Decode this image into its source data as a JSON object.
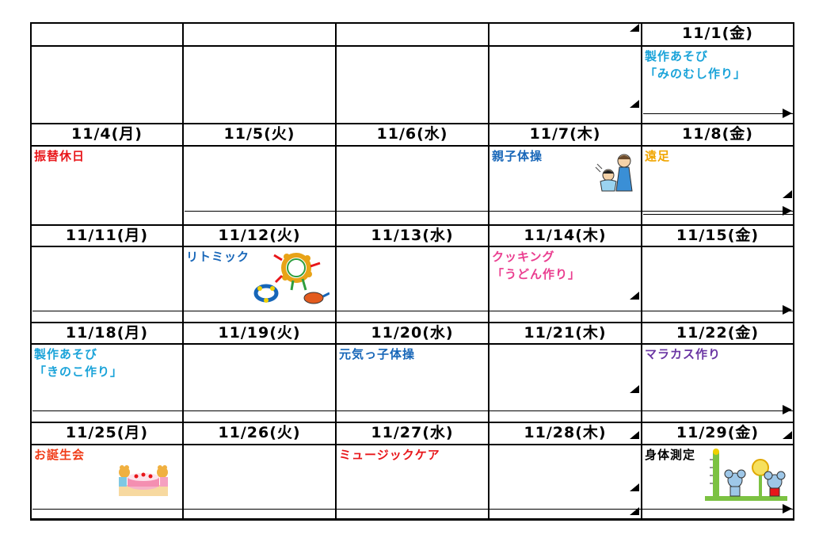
{
  "colors": {
    "blue": "#1aa3d9",
    "red": "#e8161a",
    "dark_blue": "#1766b8",
    "orange": "#f0a500",
    "pink": "#ea3d8f",
    "purple": "#6a35a3",
    "red_orange": "#f03b17"
  },
  "weeks": [
    {
      "days": [
        {
          "date": "",
          "event": []
        },
        {
          "date": "",
          "event": []
        },
        {
          "date": "",
          "event": []
        },
        {
          "date": "",
          "event": []
        },
        {
          "date": "11/1(金)",
          "event": [
            "製作あそび",
            "「みのむし作り」"
          ],
          "color": "blue"
        }
      ]
    },
    {
      "days": [
        {
          "date": "11/4(月)",
          "event": [
            "振替休日"
          ],
          "color": "red"
        },
        {
          "date": "11/5(火)",
          "event": []
        },
        {
          "date": "11/6(水)",
          "event": []
        },
        {
          "date": "11/7(木)",
          "event": [
            "親子体操"
          ],
          "color": "dark_blue",
          "icon": "parent-child-exercise-icon"
        },
        {
          "date": "11/8(金)",
          "event": [
            "遠足"
          ],
          "color": "orange"
        }
      ]
    },
    {
      "days": [
        {
          "date": "11/11(月)",
          "event": []
        },
        {
          "date": "11/12(火)",
          "event": [
            "リトミック"
          ],
          "color": "dark_blue",
          "icon": "rhythm-instruments-icon"
        },
        {
          "date": "11/13(水)",
          "event": []
        },
        {
          "date": "11/14(木)",
          "event": [
            "クッキング",
            "「うどん作り」"
          ],
          "color": "pink"
        },
        {
          "date": "11/15(金)",
          "event": []
        }
      ]
    },
    {
      "days": [
        {
          "date": "11/18(月)",
          "event": [
            "製作あそび",
            "「きのこ作り」"
          ],
          "color": "blue"
        },
        {
          "date": "11/19(火)",
          "event": []
        },
        {
          "date": "11/20(水)",
          "event": [
            "元気っ子体操"
          ],
          "color": "dark_blue"
        },
        {
          "date": "11/21(木)",
          "event": []
        },
        {
          "date": "11/22(金)",
          "event": [
            "マラカス作り"
          ],
          "color": "purple"
        }
      ]
    },
    {
      "days": [
        {
          "date": "11/25(月)",
          "event": [
            "お誕生会"
          ],
          "color": "red_orange",
          "icon": "birthday-cake-icon"
        },
        {
          "date": "11/26(火)",
          "event": []
        },
        {
          "date": "11/27(水)",
          "event": [
            "ミュージックケア"
          ],
          "color": "red"
        },
        {
          "date": "11/28(木)",
          "event": []
        },
        {
          "date": "11/29(金)",
          "event": [
            "身体測定"
          ],
          "color": "black",
          "icon": "height-measure-icon"
        }
      ]
    }
  ]
}
